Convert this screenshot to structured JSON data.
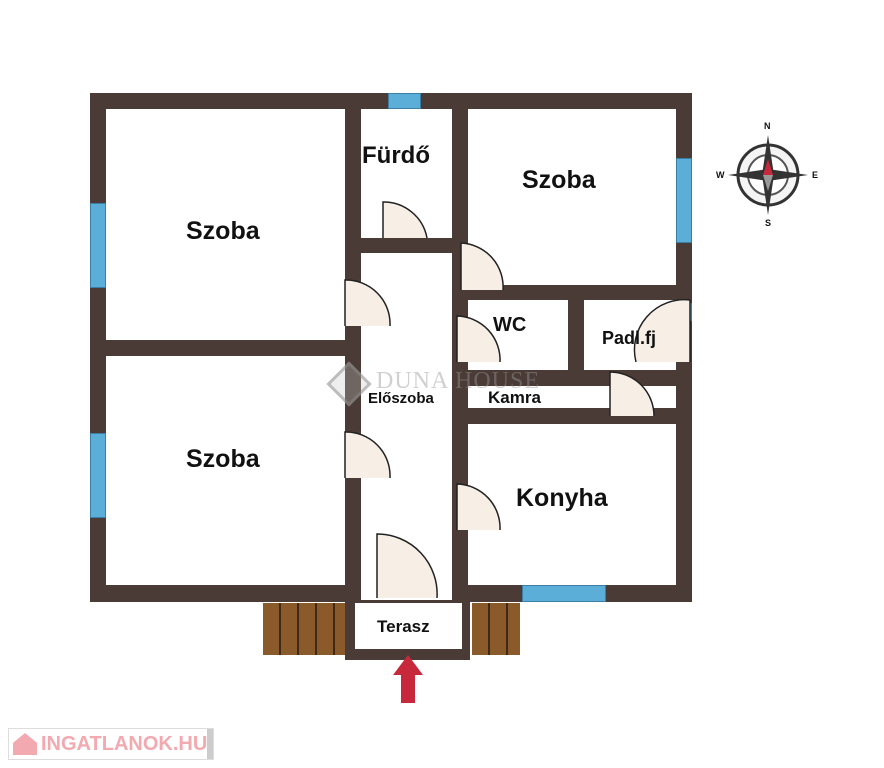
{
  "rooms": {
    "szoba_top_left": "Szoba",
    "furdo": "Fürdő",
    "szoba_top_right": "Szoba",
    "wc": "WC",
    "padlas": "Padl.fj",
    "eloszoba": "Előszoba",
    "kamra": "Kamra",
    "szoba_bottom_left": "Szoba",
    "konyha": "Konyha",
    "terasz": "Terasz"
  },
  "compass": {
    "n": "N",
    "e": "E",
    "s": "S",
    "w": "W"
  },
  "watermark": {
    "text": "DUNA HOUSE"
  },
  "footer_logo": {
    "text": "INGATLANOK.HU"
  },
  "colors": {
    "wall": "#4a3b36",
    "window": "#5aaed8",
    "entrance_arrow": "#c8283c"
  }
}
